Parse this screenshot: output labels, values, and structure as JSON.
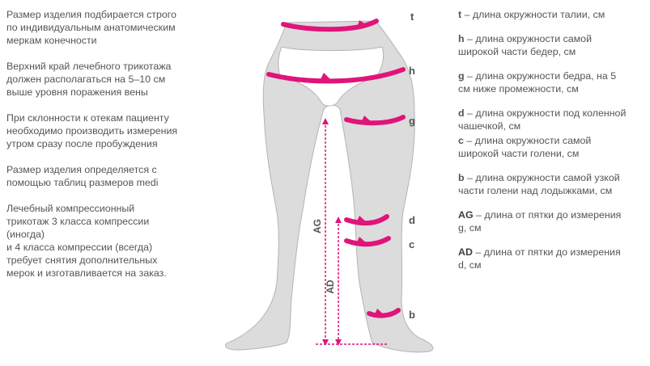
{
  "notes": [
    "Размер изделия подбирается строго\nпо индивидуальным анатомическим\nмеркам конечности",
    "Верхний край лечебного трикотажа\nдолжен располагаться на 5–10 см\nвыше уровня поражения вены",
    "При склонности к отекам пациенту\nнеобходимо производить измерения\nутром сразу после пробуждения",
    "Размер изделия определяется с\nпомощью таблиц размеров medi",
    "Лечебный компрессионный\nтрикотаж 3 класса компрессии\n(иногда)\nи 4 класса компрессии (всегда)\nтребует снятия дополнительных\nмерок и изготавливается на заказ."
  ],
  "legend": [
    {
      "key": "t",
      "text": " – длина окружности талии, см"
    },
    {
      "key": "h",
      "text": " – длина окружности самой\nширокой части бедер, см"
    },
    {
      "key": "g",
      "text": " – длина окружности бедра, на 5\nсм ниже промежности, см"
    },
    {
      "key": "d",
      "text": " – длина окружности под коленной\nчашечкой, см"
    },
    {
      "key": "c",
      "text": " – длина окружности самой\nширокой части голени, см"
    },
    {
      "key": "b",
      "text": " – длина окружности самой узкой\nчасти голени над лодыжками, см"
    },
    {
      "key": "AG",
      "text": " – длина от пятки до измерения\ng, см"
    },
    {
      "key": "AD",
      "text": " – длина от пятки до измерения\nd, см"
    }
  ],
  "figure": {
    "marker_labels": {
      "t": "t",
      "h": "h",
      "g": "g",
      "d": "d",
      "c": "c",
      "b": "b"
    },
    "vertical_labels": {
      "ag": "AG",
      "ad": "AD"
    },
    "colors": {
      "arrow": "#e0147a",
      "leg": "#dcdcdc",
      "leg_outline": "#b4b4b4",
      "shorts": "#ffffff",
      "text": "#555555"
    }
  }
}
